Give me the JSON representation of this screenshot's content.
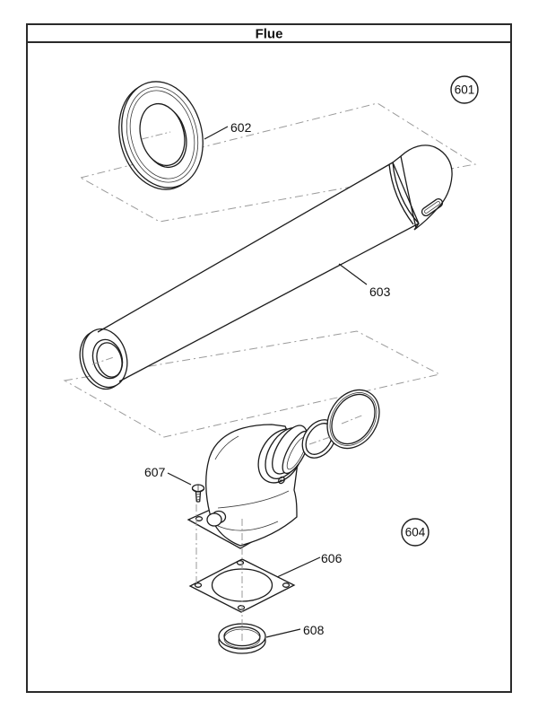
{
  "title": "Flue",
  "balloons": {
    "b601": "601",
    "b604": "604"
  },
  "labels": {
    "l602": "602",
    "l603": "603",
    "l606": "606",
    "l607": "607",
    "l608": "608"
  }
}
